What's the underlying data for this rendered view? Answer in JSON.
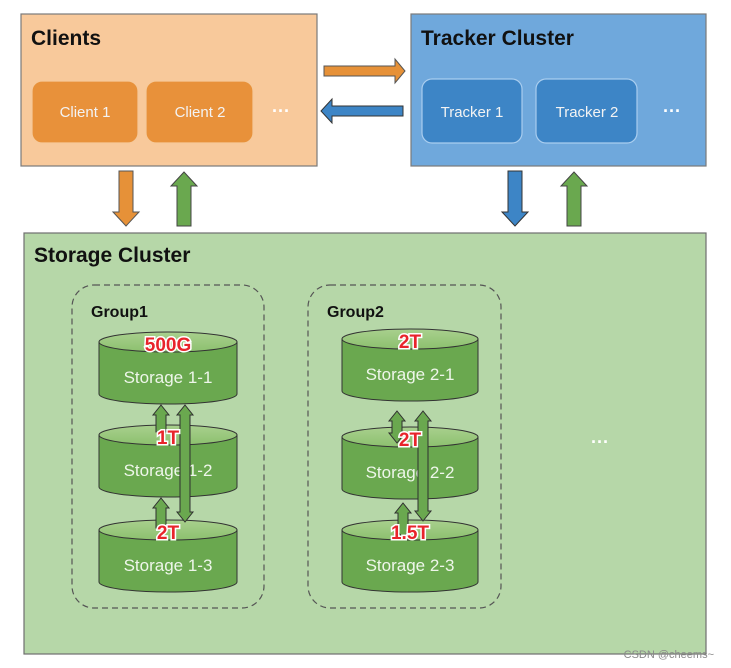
{
  "diagram": {
    "clients": {
      "title": "Clients",
      "nodes": [
        "Client 1",
        "Client 2"
      ],
      "more": "···"
    },
    "tracker": {
      "title": "Tracker Cluster",
      "nodes": [
        "Tracker 1",
        "Tracker 2"
      ],
      "more": "···"
    },
    "storage": {
      "title": "Storage Cluster",
      "more": "···",
      "groups": [
        {
          "title": "Group1",
          "servers": [
            {
              "label": "Storage 1-1",
              "capacity": "500G"
            },
            {
              "label": "Storage 1-2",
              "capacity": "1T"
            },
            {
              "label": "Storage 1-3",
              "capacity": "2T"
            }
          ]
        },
        {
          "title": "Group2",
          "servers": [
            {
              "label": "Storage 2-1",
              "capacity": "2T"
            },
            {
              "label": "Storage 2-2",
              "capacity": "2T"
            },
            {
              "label": "Storage 2-3",
              "capacity": "1.5T"
            }
          ]
        }
      ]
    },
    "connections": [
      {
        "from": "Clients",
        "to": "Tracker Cluster",
        "color": "orange"
      },
      {
        "from": "Tracker Cluster",
        "to": "Clients",
        "color": "blue"
      },
      {
        "from": "Clients",
        "to": "Storage Cluster",
        "color": "orange"
      },
      {
        "from": "Storage Cluster",
        "to": "Clients",
        "color": "green"
      },
      {
        "from": "Tracker Cluster",
        "to": "Storage Cluster",
        "color": "blue"
      },
      {
        "from": "Storage Cluster",
        "to": "Tracker Cluster",
        "color": "green"
      }
    ],
    "colors": {
      "clients_bg": "#f8c99b",
      "client_node": "#e8913a",
      "tracker_bg": "#6fa8dc",
      "tracker_node": "#3d85c6",
      "storage_bg": "#b6d7a8",
      "storage_node": "#6aa84f",
      "arrow_orange": "#e69138",
      "arrow_blue": "#3d85c6",
      "arrow_green": "#6aa84f",
      "capacity_text": "#e8242b"
    }
  },
  "watermark": "CSDN @cheems~"
}
